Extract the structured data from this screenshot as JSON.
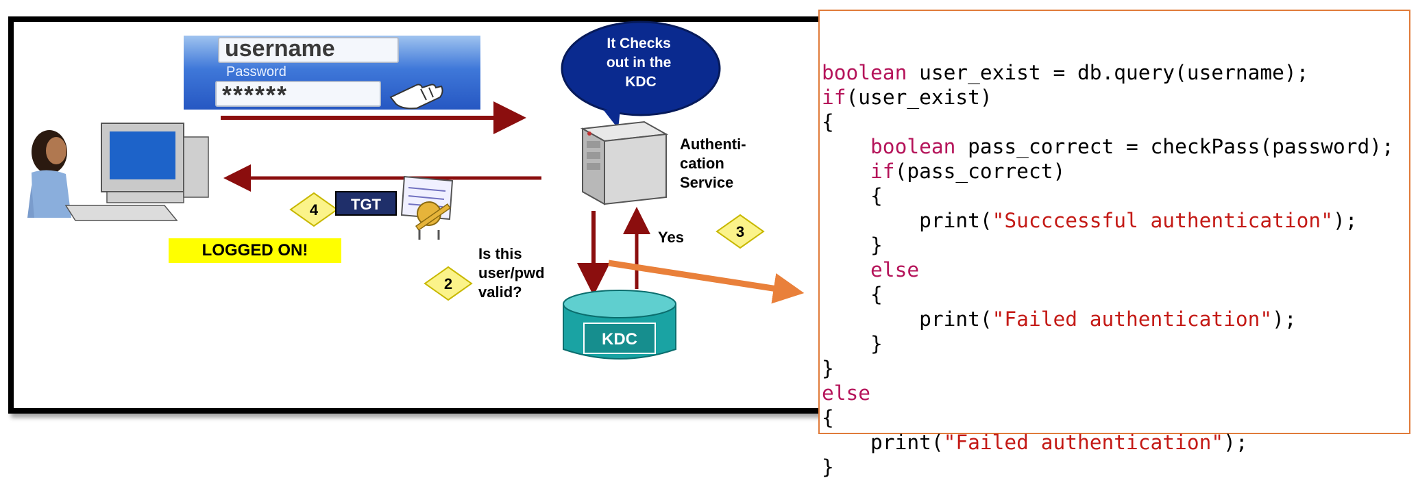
{
  "diagram": {
    "login_box": {
      "username": "username",
      "password_label": "Password",
      "password_mask": "******"
    },
    "bubble_text": [
      "It Checks",
      "out in the",
      "KDC"
    ],
    "service_label": [
      "Authenti-",
      "cation",
      "Service"
    ],
    "tgt_label": "TGT",
    "logged_on": "LOGGED ON!",
    "question_label": [
      "Is this",
      "user/pwd",
      "valid?"
    ],
    "yes_label": "Yes",
    "kdc_label": "KDC",
    "steps": [
      "2",
      "3",
      "4"
    ]
  },
  "code": {
    "lines": [
      [
        {
          "t": "kw",
          "v": "boolean"
        },
        {
          "t": "pl",
          "v": " user_exist = db.query(username);"
        }
      ],
      [
        {
          "t": "kw",
          "v": "if"
        },
        {
          "t": "pl",
          "v": "(user_exist)"
        }
      ],
      [
        {
          "t": "pl",
          "v": "{"
        }
      ],
      [
        {
          "t": "pl",
          "v": "    "
        },
        {
          "t": "kw",
          "v": "boolean"
        },
        {
          "t": "pl",
          "v": " pass_correct = checkPass(password);"
        }
      ],
      [
        {
          "t": "pl",
          "v": "    "
        },
        {
          "t": "kw",
          "v": "if"
        },
        {
          "t": "pl",
          "v": "(pass_correct)"
        }
      ],
      [
        {
          "t": "pl",
          "v": "    {"
        }
      ],
      [
        {
          "t": "pl",
          "v": "        print("
        },
        {
          "t": "str",
          "v": "\"Succcessful authentication\""
        },
        {
          "t": "pl",
          "v": ");"
        }
      ],
      [
        {
          "t": "pl",
          "v": "    }"
        }
      ],
      [
        {
          "t": "pl",
          "v": "    "
        },
        {
          "t": "kw",
          "v": "else"
        }
      ],
      [
        {
          "t": "pl",
          "v": "    {"
        }
      ],
      [
        {
          "t": "pl",
          "v": "        print("
        },
        {
          "t": "str",
          "v": "\"Failed authentication\""
        },
        {
          "t": "pl",
          "v": ");"
        }
      ],
      [
        {
          "t": "pl",
          "v": "    }"
        }
      ],
      [
        {
          "t": "pl",
          "v": "}"
        }
      ],
      [
        {
          "t": "kw",
          "v": "else"
        }
      ],
      [
        {
          "t": "pl",
          "v": "{"
        }
      ],
      [
        {
          "t": "pl",
          "v": "    print("
        },
        {
          "t": "str",
          "v": "\"Failed authentication\""
        },
        {
          "t": "pl",
          "v": ");"
        }
      ],
      [
        {
          "t": "pl",
          "v": "}"
        }
      ]
    ]
  },
  "colors": {
    "arrow_dark_red": "#8b0e0e",
    "connector_orange": "#e9803a",
    "bubble_blue": "#0a2a8f",
    "kdc_teal": "#1aa3a3",
    "highlight_yellow": "#ffff00",
    "diamond_yellow": "#fbf38a",
    "keyword": "#b5145a",
    "string": "#c41a16"
  }
}
